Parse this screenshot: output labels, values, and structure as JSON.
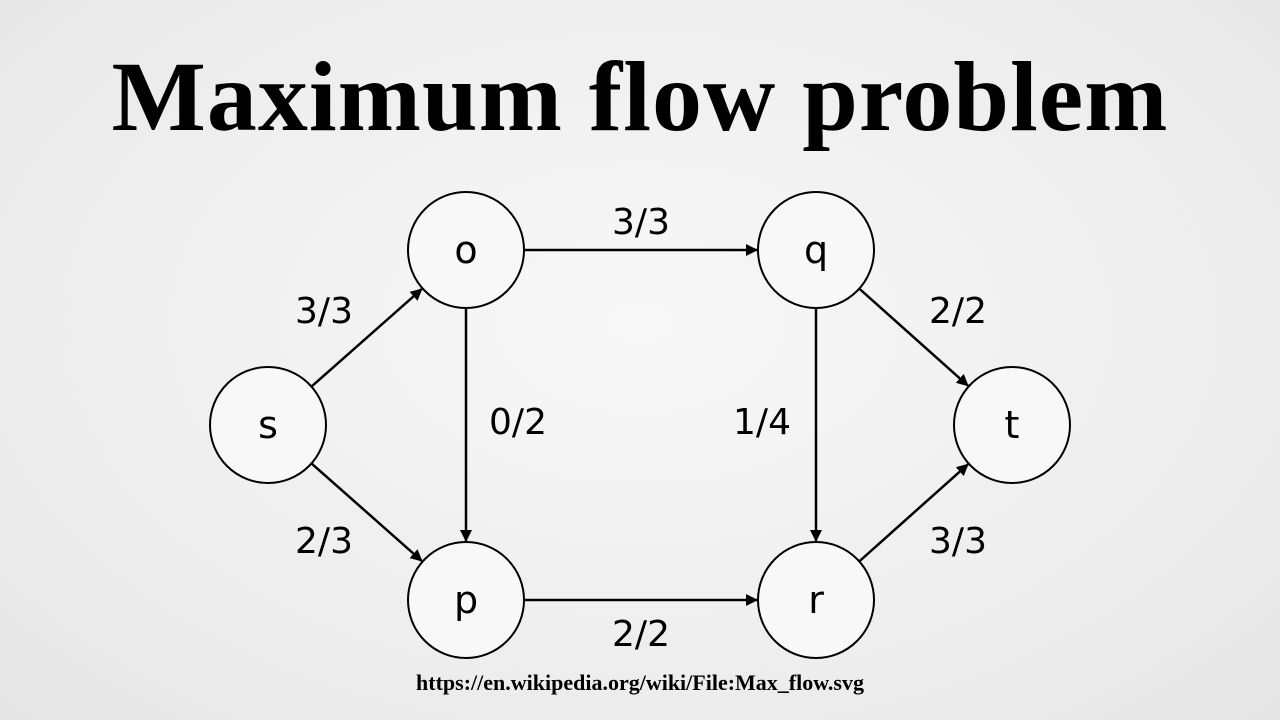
{
  "title": "Maximum flow problem",
  "source_url": "https://en.wikipedia.org/wiki/File:Max_flow.svg",
  "nodes": [
    {
      "id": "s",
      "label": "s"
    },
    {
      "id": "o",
      "label": "o"
    },
    {
      "id": "p",
      "label": "p"
    },
    {
      "id": "q",
      "label": "q"
    },
    {
      "id": "r",
      "label": "r"
    },
    {
      "id": "t",
      "label": "t"
    }
  ],
  "edges": [
    {
      "from": "s",
      "to": "o",
      "label": "3/3"
    },
    {
      "from": "s",
      "to": "p",
      "label": "2/3"
    },
    {
      "from": "o",
      "to": "q",
      "label": "3/3"
    },
    {
      "from": "o",
      "to": "p",
      "label": "0/2"
    },
    {
      "from": "p",
      "to": "r",
      "label": "2/2"
    },
    {
      "from": "q",
      "to": "r",
      "label": "1/4"
    },
    {
      "from": "q",
      "to": "t",
      "label": "2/2"
    },
    {
      "from": "r",
      "to": "t",
      "label": "3/3"
    }
  ]
}
